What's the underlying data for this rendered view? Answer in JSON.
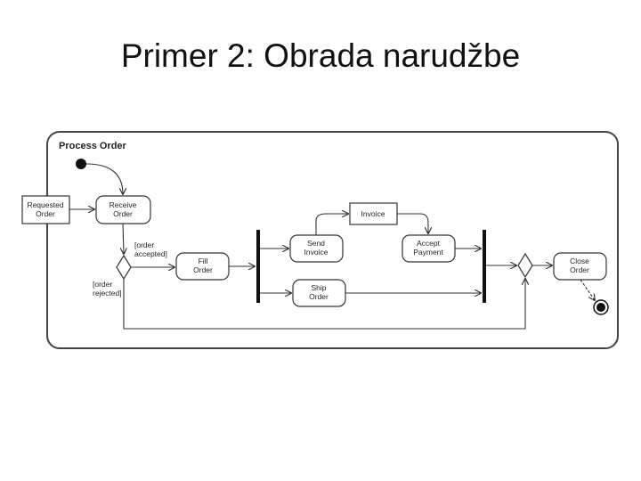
{
  "slide": {
    "title": "Primer 2: Obrada narudžbe"
  },
  "diagram": {
    "frame_label": "Process Order",
    "requested_order": [
      "Requested",
      "Order"
    ],
    "receive_order": [
      "Receive",
      "Order"
    ],
    "guard_accepted": [
      "[order",
      "accepted]"
    ],
    "guard_rejected": [
      "[order",
      "rejected]"
    ],
    "fill_order": [
      "Fill",
      "Order"
    ],
    "invoice": "Invoice",
    "send_invoice": [
      "Send",
      "Invoice"
    ],
    "accept_payment": [
      "Accept",
      "Payment"
    ],
    "ship_order": [
      "Ship",
      "Order"
    ],
    "close_order": [
      "Close",
      "Order"
    ]
  }
}
